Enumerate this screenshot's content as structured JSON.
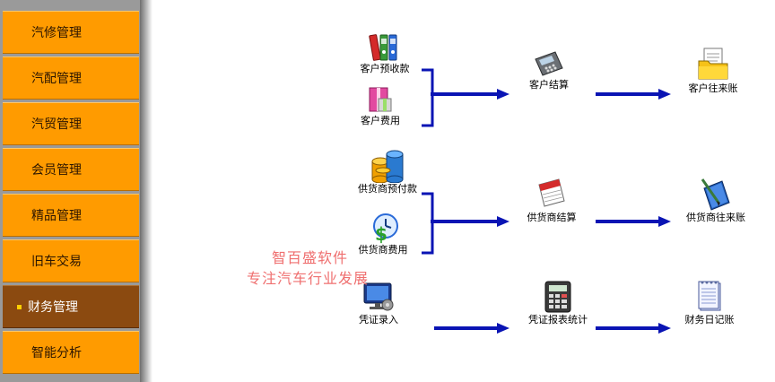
{
  "sidebar": {
    "items": [
      {
        "label": "汽修管理",
        "active": false
      },
      {
        "label": "汽配管理",
        "active": false
      },
      {
        "label": "汽贸管理",
        "active": false
      },
      {
        "label": "会员管理",
        "active": false
      },
      {
        "label": "精品管理",
        "active": false
      },
      {
        "label": "旧车交易",
        "active": false
      },
      {
        "label": "财务管理",
        "active": true
      },
      {
        "label": "智能分析",
        "active": false
      }
    ]
  },
  "flow": {
    "customer_prepay": {
      "label": "客户预收款",
      "icon": "binders-icon"
    },
    "customer_fee": {
      "label": "客户费用",
      "icon": "gift-box-icon"
    },
    "customer_settle": {
      "label": "客户结算",
      "icon": "card-terminal-icon"
    },
    "customer_ledger": {
      "label": "客户往来账",
      "icon": "folder-documents-icon"
    },
    "supplier_prepay": {
      "label": "供货商预付款",
      "icon": "coin-stack-icon"
    },
    "supplier_fee": {
      "label": "供货商费用",
      "icon": "dollar-clock-icon"
    },
    "supplier_settle": {
      "label": "供货商结算",
      "icon": "calendar-icon"
    },
    "supplier_ledger": {
      "label": "供货商往来账",
      "icon": "pen-book-icon"
    },
    "voucher_entry": {
      "label": "凭证录入",
      "icon": "monitor-gear-icon"
    },
    "voucher_report": {
      "label": "凭证报表统计",
      "icon": "calculator-icon"
    },
    "journal": {
      "label": "财务日记账",
      "icon": "notepad-icon"
    }
  },
  "watermark": {
    "line1": "智百盛软件",
    "line2": "专注汽车行业发展"
  },
  "colors": {
    "nav_bg": "#ff9b00",
    "nav_active_bg": "#8b4a10",
    "arrow": "#0a14b4",
    "watermark": "#ef6f6f"
  }
}
